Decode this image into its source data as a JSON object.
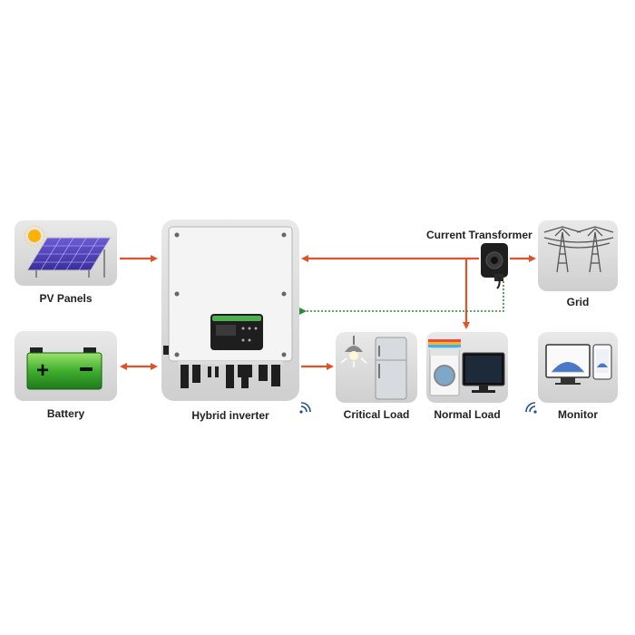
{
  "labels": {
    "pv_panels": "PV Panels",
    "battery": "Battery",
    "hybrid_inverter": "Hybrid inverter",
    "critical_load": "Critical Load",
    "normal_load": "Normal Load",
    "current_transformer": "Current Transformer",
    "grid": "Grid",
    "monitor": "Monitor"
  },
  "colors": {
    "power_arrow": "#e0522a",
    "signal_arrow": "#2e8b3a",
    "wireless": "#1f4fa0",
    "tile_bg": "#d9d9d9",
    "inverter_body": "#f2f2f2",
    "display_accent": "#4caf50"
  },
  "icons": [
    "solar-panel-icon",
    "battery-icon",
    "inverter-icon",
    "fridge-icon",
    "washing-machine-icon",
    "tv-icon",
    "current-clamp-icon",
    "power-tower-icon",
    "laptop-icon",
    "phone-icon",
    "wifi-icon"
  ]
}
